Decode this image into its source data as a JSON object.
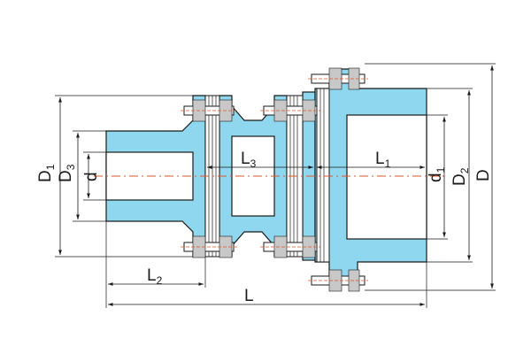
{
  "labels": {
    "D": "D",
    "D1": "D",
    "D1_sub": "1",
    "D2": "D",
    "D2_sub": "2",
    "D3": "D",
    "D3_sub": "3",
    "d": "d",
    "d1": "d",
    "d1_sub": "1",
    "L": "L",
    "L1": "L",
    "L1_sub": "1",
    "L2": "L",
    "L2_sub": "2",
    "L3": "L",
    "L3_sub": "3"
  },
  "colors": {
    "body": "#8ed7ee",
    "outline": "#1a1a1a",
    "centerline": "#e2542a"
  }
}
